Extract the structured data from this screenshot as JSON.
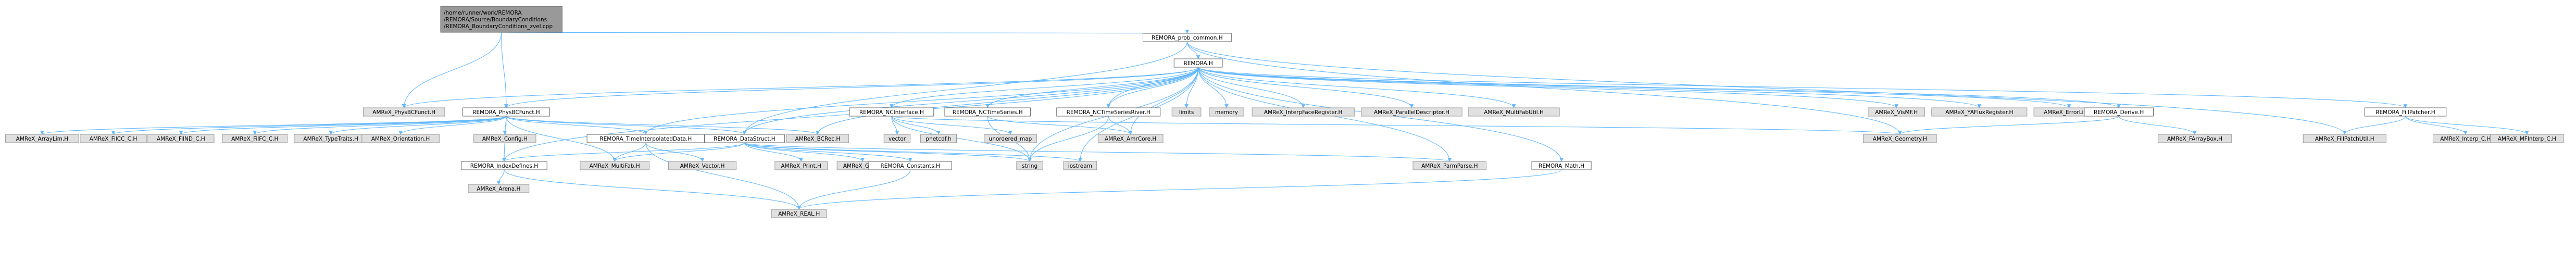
{
  "colors": {
    "root_fill": "#999999",
    "internal_fill": "#ffffff",
    "external_fill": "#e0e0e0",
    "edge": "#63b8ff",
    "text": "#000000"
  },
  "nodes": [
    {
      "id": "root",
      "kind": "root",
      "lines": [
        "/home/runner/work/REMORA",
        "/REMORA/Source/BoundaryConditions",
        "/REMORA_BoundaryConditions_zvel.cpp"
      ]
    },
    {
      "id": "prob_common",
      "kind": "internal",
      "lines": [
        "REMORA_prob_common.H"
      ]
    },
    {
      "id": "remora_h",
      "kind": "internal",
      "lines": [
        "REMORA.H"
      ]
    },
    {
      "id": "physbcfunct_amrex",
      "kind": "external",
      "lines": [
        "AMReX_PhysBCFunct.H"
      ]
    },
    {
      "id": "physbcfunct",
      "kind": "internal",
      "lines": [
        "REMORA_PhysBCFunct.H"
      ]
    },
    {
      "id": "ncinterface",
      "kind": "internal",
      "lines": [
        "REMORA_NCInterface.H"
      ]
    },
    {
      "id": "nctimeseries",
      "kind": "internal",
      "lines": [
        "REMORA_NCTimeSeries.H"
      ]
    },
    {
      "id": "nctimeseriesriver",
      "kind": "internal",
      "lines": [
        "REMORA_NCTimeSeriesRiver.H"
      ]
    },
    {
      "id": "limits",
      "kind": "external",
      "lines": [
        "limits"
      ]
    },
    {
      "id": "memory",
      "kind": "external",
      "lines": [
        "memory"
      ]
    },
    {
      "id": "interpfacereg",
      "kind": "external",
      "lines": [
        "AMReX_InterpFaceRegister.H"
      ]
    },
    {
      "id": "paralleldesc",
      "kind": "external",
      "lines": [
        "AMReX_ParallelDescriptor.H"
      ]
    },
    {
      "id": "multifabutil",
      "kind": "external",
      "lines": [
        "AMReX_MultiFabUtil.H"
      ]
    },
    {
      "id": "vismf",
      "kind": "external",
      "lines": [
        "AMReX_VisMF.H"
      ]
    },
    {
      "id": "yafluxreg",
      "kind": "external",
      "lines": [
        "AMReX_YAFluxRegister.H"
      ]
    },
    {
      "id": "errorlist",
      "kind": "external",
      "lines": [
        "AMReX_ErrorList.H"
      ]
    },
    {
      "id": "derive",
      "kind": "internal",
      "lines": [
        "REMORA_Derive.H"
      ]
    },
    {
      "id": "fillpatcher",
      "kind": "internal",
      "lines": [
        "REMORA_FillPatcher.H"
      ]
    },
    {
      "id": "arraylim",
      "kind": "external",
      "lines": [
        "AMReX_ArrayLim.H"
      ]
    },
    {
      "id": "filcc",
      "kind": "external",
      "lines": [
        "AMReX_FilCC_C.H"
      ]
    },
    {
      "id": "filnd",
      "kind": "external",
      "lines": [
        "AMReX_FilND_C.H"
      ]
    },
    {
      "id": "filfc",
      "kind": "external",
      "lines": [
        "AMReX_FilFC_C.H"
      ]
    },
    {
      "id": "typetraits",
      "kind": "external",
      "lines": [
        "AMReX_TypeTraits.H"
      ]
    },
    {
      "id": "orientation",
      "kind": "external",
      "lines": [
        "AMReX_Orientation.H"
      ]
    },
    {
      "id": "config",
      "kind": "external",
      "lines": [
        "AMReX_Config.H"
      ]
    },
    {
      "id": "timeinterp",
      "kind": "internal",
      "lines": [
        "REMORA_TimeInterpolatedData.H"
      ]
    },
    {
      "id": "bcrec",
      "kind": "external",
      "lines": [
        "AMReX_BCRec.H"
      ]
    },
    {
      "id": "datastruct",
      "kind": "internal",
      "lines": [
        "REMORA_DataStruct.H"
      ]
    },
    {
      "id": "vector_std",
      "kind": "external",
      "lines": [
        "vector"
      ]
    },
    {
      "id": "pnetcdf",
      "kind": "external",
      "lines": [
        "pnetcdf.h"
      ]
    },
    {
      "id": "unordered_map",
      "kind": "external",
      "lines": [
        "unordered_map"
      ]
    },
    {
      "id": "amrcore",
      "kind": "external",
      "lines": [
        "AMReX_AmrCore.H"
      ]
    },
    {
      "id": "geometry",
      "kind": "external",
      "lines": [
        "AMReX_Geometry.H"
      ]
    },
    {
      "id": "fabarraybox",
      "kind": "external",
      "lines": [
        "AMReX_FArrayBox.H"
      ]
    },
    {
      "id": "fillpatchutil",
      "kind": "external",
      "lines": [
        "AMReX_FillPatchUtil.H"
      ]
    },
    {
      "id": "interp_c",
      "kind": "external",
      "lines": [
        "AMReX_Interp_C.H"
      ]
    },
    {
      "id": "mfinterp_c",
      "kind": "external",
      "lines": [
        "AMReX_MFInterp_C.H"
      ]
    },
    {
      "id": "indexdefines",
      "kind": "internal",
      "lines": [
        "REMORA_IndexDefines.H"
      ]
    },
    {
      "id": "multifab",
      "kind": "external",
      "lines": [
        "AMReX_MultiFab.H"
      ]
    },
    {
      "id": "amrex_vector",
      "kind": "external",
      "lines": [
        "AMReX_Vector.H"
      ]
    },
    {
      "id": "print",
      "kind": "external",
      "lines": [
        "AMReX_Print.H"
      ]
    },
    {
      "id": "gpu",
      "kind": "external",
      "lines": [
        "AMReX_Gpu.H"
      ]
    },
    {
      "id": "constants",
      "kind": "internal",
      "lines": [
        "REMORA_Constants.H"
      ]
    },
    {
      "id": "string_std",
      "kind": "external",
      "lines": [
        "string"
      ]
    },
    {
      "id": "iostream",
      "kind": "external",
      "lines": [
        "iostream"
      ]
    },
    {
      "id": "parmparse",
      "kind": "external",
      "lines": [
        "AMReX_ParmParse.H"
      ]
    },
    {
      "id": "math",
      "kind": "internal",
      "lines": [
        "REMORA_Math.H"
      ]
    },
    {
      "id": "arena",
      "kind": "external",
      "lines": [
        "AMReX_Arena.H"
      ]
    },
    {
      "id": "real",
      "kind": "external",
      "lines": [
        "AMReX_REAL.H"
      ]
    }
  ]
}
